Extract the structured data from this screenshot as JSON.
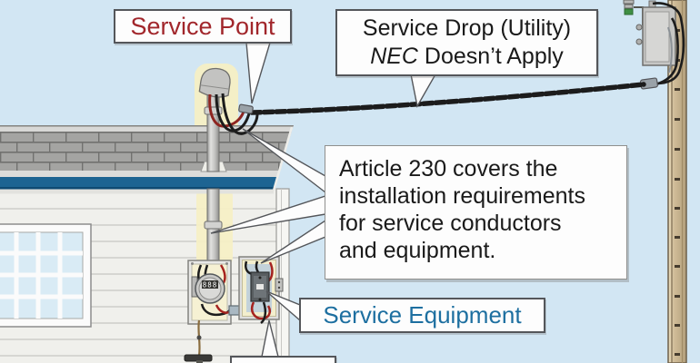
{
  "callouts": {
    "service_point": {
      "label": "Service Point",
      "text_color": "#a1262b"
    },
    "service_drop": {
      "line1": "Service Drop (Utility)",
      "nec": "NEC",
      "line2_rest": " Doesn’t Apply"
    },
    "article_230": {
      "line1": "Article 230 covers the",
      "line2": "installation requirements",
      "line3": "for service conductors",
      "line4": "and equipment."
    },
    "service_equipment": {
      "label": "Service Equipment",
      "text_color": "#1d6fa0"
    }
  },
  "meter": {
    "display": "888"
  },
  "colors": {
    "sky": "#d2e6f3",
    "fascia_band_blue": "#1d6492",
    "service_point_red": "#a1262b",
    "service_equipment_blue": "#1d6fa0",
    "wire_red": "#a5231f",
    "wire_black": "#1c1c1c",
    "pole_tan": "#cfbb97",
    "highlight_glow": "#f6efc4"
  }
}
